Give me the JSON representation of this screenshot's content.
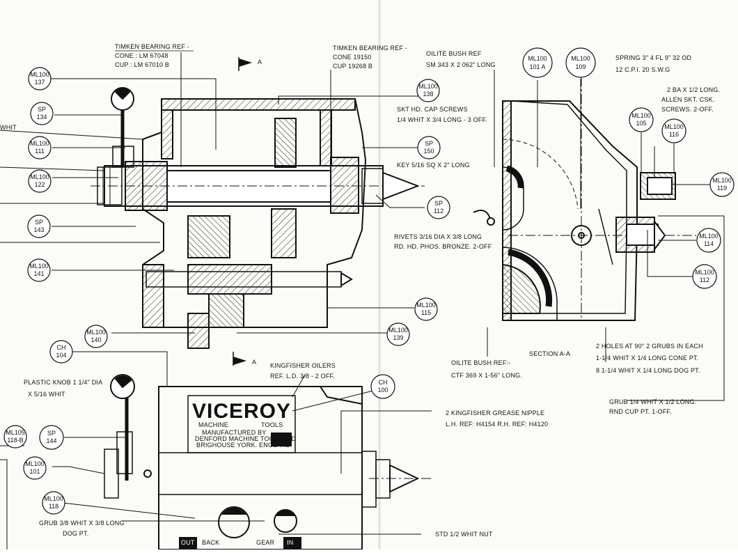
{
  "callouts": {
    "b1": [
      "ML100",
      "137"
    ],
    "b2": [
      "SP",
      "134"
    ],
    "b3": [
      "ML100",
      "111"
    ],
    "b4": [
      "ML100",
      "122"
    ],
    "b5": [
      "SP",
      "143"
    ],
    "b6": [
      "ML100",
      "141"
    ],
    "b7": [
      "ML100",
      "140"
    ],
    "b8": [
      "CH",
      "104"
    ],
    "b9": [
      "ML100",
      "138"
    ],
    "b10": [
      "SP",
      "150"
    ],
    "b11": [
      "SP",
      "112"
    ],
    "b12": [
      "ML100",
      "115"
    ],
    "b13": [
      "ML100",
      "139"
    ],
    "b14": [
      "ML100",
      "101 A"
    ],
    "b15": [
      "ML100",
      "109"
    ],
    "b16": [
      "ML100",
      "105"
    ],
    "b17": [
      "ML100",
      "116"
    ],
    "b18": [
      "ML100",
      "119"
    ],
    "b19": [
      "ML100",
      "114"
    ],
    "b20": [
      "ML100",
      "112"
    ],
    "b21": [
      "CH",
      "100"
    ],
    "b22": [
      "SP",
      "144"
    ],
    "b23": [
      "ML105",
      "118-B"
    ],
    "b24": [
      "ML100",
      "101"
    ],
    "b25": [
      "ML100",
      "118"
    ]
  },
  "notes": {
    "timken1": [
      "TIMKEN BEARING REF -",
      "CONE : LM 67048",
      "CUP : LM 67010 B"
    ],
    "timken2": [
      "TIMKEN BEARING REF -",
      "CONE 19150",
      "CUP 19268 B"
    ],
    "oilite1": [
      "OILITE BUSH REF",
      "SM 343 X 2 062\" LONG"
    ],
    "spring": [
      "SPRING 3\" 4 FL 9\" 32 OD",
      "12 C.P.I. 20 S.W.G"
    ],
    "skt": [
      "SKT HD. CAP SCREWS",
      "1/4 WHIT X 3/4 LONG - 3 OFF."
    ],
    "allen": [
      "2 BA X 1/2 LONG.",
      "ALLEN SKT. CSK.",
      "SCREWS. 2-OFF."
    ],
    "key": "KEY 5/16 SQ X 2\" LONG",
    "rivets": [
      "RIVETS 3/16 DIA X 3/8 LONG",
      "RD. HD. PHOS. BRONZE. 2-OFF"
    ],
    "section": "SECTION A-A",
    "oilite2": [
      "OILITE BUSH REF:-",
      "CTF 369 X 1-56\" LONG."
    ],
    "holes": [
      "2 HOLES AT 90° 2 GRUBS IN EACH",
      "1-1/4 WHIT X 1/4 LONG CONE PT.",
      "8 1-1/4 WHIT X 1/4 LONG DOG PT."
    ],
    "kingfisher1": [
      "KINGFISHER OILERS",
      "REF. L.D. 3/8 - 2 OFF."
    ],
    "kingfisher2": [
      "2 KINGFISHER GREASE NIPPLE",
      "L.H. REF: H4154 R.H. REF: H4120"
    ],
    "grub1": [
      "GRUB 1/4 WHIT X 1/2 LONG.",
      "RND CUP PT. 1-OFF."
    ],
    "plastic": [
      "PLASTIC KNOB 1 1/4\" DIA",
      "X 5/16 WHIT"
    ],
    "grub2": [
      "GRUB 3/8 WHIT X 3/8 LONG",
      "DOG PT."
    ],
    "std": "STD 1/2 WHIT NUT",
    "whit": "WHIT",
    "arrowA": "A"
  },
  "plate": {
    "brand": "VICEROY",
    "line1": "MACHINE",
    "line2": "TOOLS",
    "maker1": "MANUFACTURED BY",
    "maker2": "DENFORD MACHINE TOOLS LTD",
    "maker3": "BRIGHOUSE YORK. ENGLAND"
  },
  "bottom_labels": [
    "OUT",
    "BACK",
    "GEAR",
    "IN"
  ]
}
